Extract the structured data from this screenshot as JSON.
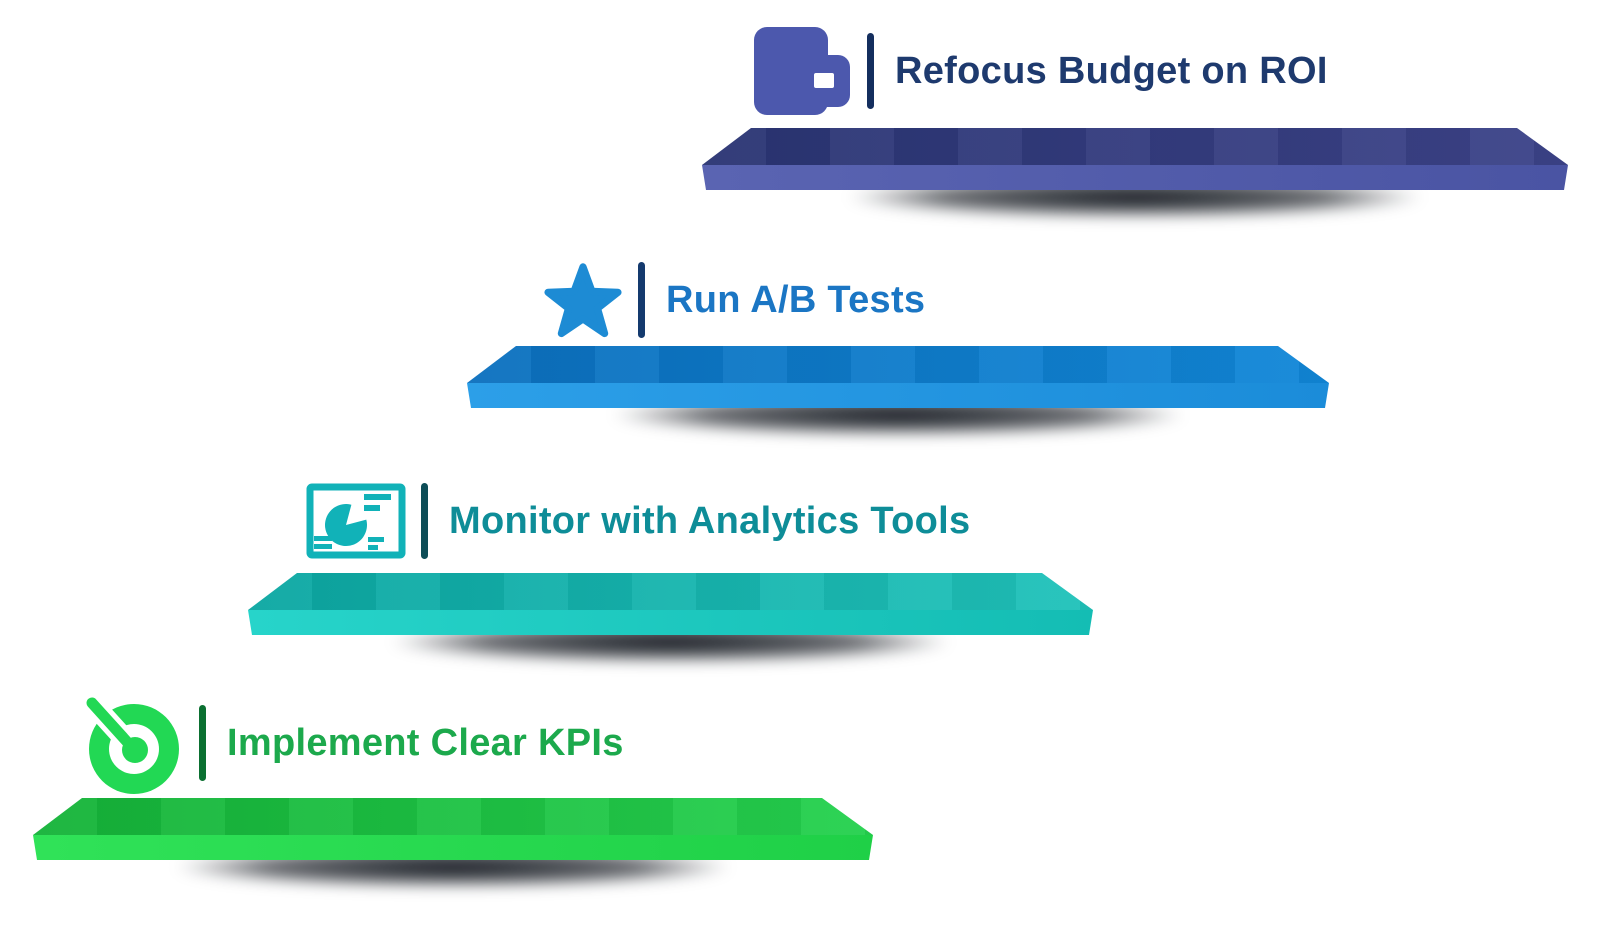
{
  "diagram_type": "stair-step-infographic",
  "background_color": "#ffffff",
  "steps": [
    {
      "label": "Refocus Budget on ROI",
      "icon": "wallet-icon",
      "position": "top",
      "colors": {
        "icon": "#4c58ad",
        "separator": "#142e5e",
        "text": "#1e3a6e",
        "platform_top_start": "#2a3473",
        "platform_top_end": "#3c4389",
        "platform_front_start": "#5a64b2",
        "platform_front_end": "#4a54a3"
      }
    },
    {
      "label": "Run A/B Tests",
      "icon": "star-icon",
      "position": "second",
      "colors": {
        "icon": "#1d8bd4",
        "separator": "#143a6e",
        "text": "#1b76c4",
        "platform_top_start": "#0b70be",
        "platform_top_end": "#1187d8",
        "platform_front_start": "#2c9fe8",
        "platform_front_end": "#1b8cd9"
      }
    },
    {
      "label": "Monitor with Analytics Tools",
      "icon": "analytics-board-icon",
      "position": "third",
      "colors": {
        "icon": "#11b2b8",
        "separator": "#0d4d57",
        "text": "#0e8d98",
        "platform_top_start": "#0ca7a2",
        "platform_top_end": "#20c2ba",
        "platform_front_start": "#27d4ca",
        "platform_front_end": "#14bdb4"
      }
    },
    {
      "label": "Implement Clear KPIs",
      "icon": "target-dart-icon",
      "position": "bottom",
      "colors": {
        "icon": "#22d854",
        "separator": "#0b7031",
        "text": "#1ca94c",
        "platform_top_start": "#15b339",
        "platform_top_end": "#25d14e",
        "platform_front_start": "#30e258",
        "platform_front_end": "#1fd047"
      }
    }
  ]
}
